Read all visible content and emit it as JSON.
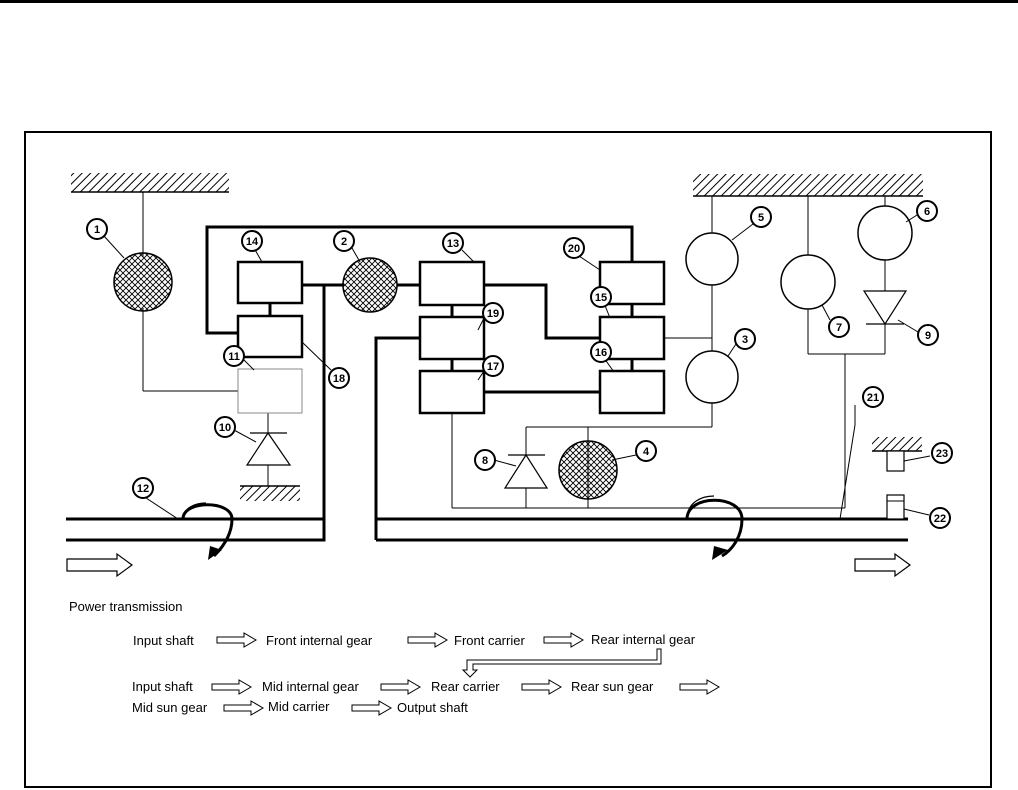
{
  "callouts": [
    "1",
    "2",
    "3",
    "4",
    "5",
    "6",
    "7",
    "8",
    "9",
    "10",
    "11",
    "12",
    "13",
    "14",
    "15",
    "16",
    "17",
    "18",
    "19",
    "20",
    "21",
    "22",
    "23"
  ],
  "power_transmission": {
    "title": "Power transmission",
    "row1": [
      "Input shaft",
      "Front internal gear",
      "Front carrier",
      "Rear internal gear"
    ],
    "row2": [
      "Input shaft",
      "Mid internal gear",
      "Rear carrier",
      "Rear sun gear"
    ],
    "row3": [
      "Mid sun gear",
      "Mid carrier",
      "Output shaft"
    ]
  }
}
